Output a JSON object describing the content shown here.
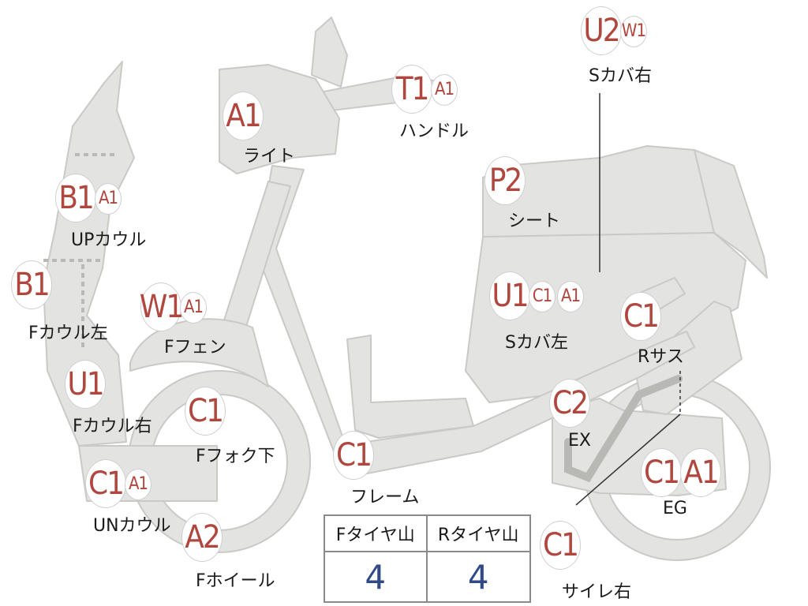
{
  "colors": {
    "part_fill": "#e3e3e1",
    "part_stroke": "#c9c9c6",
    "grade_text": "#b0473f",
    "tire_value": "#2f4a86"
  },
  "parts": [
    {
      "name": "light",
      "label": "ライト",
      "grades": [
        "A1"
      ]
    },
    {
      "name": "handle",
      "label": "ハンドル",
      "grades": [
        "T1",
        "A1"
      ]
    },
    {
      "name": "s-cover-right",
      "label": "Sカバ右",
      "grades": [
        "U2",
        "W1"
      ]
    },
    {
      "name": "up-cowl",
      "label": "UPカウル",
      "grades": [
        "B1",
        "A1"
      ]
    },
    {
      "name": "seat",
      "label": "シート",
      "grades": [
        "P2"
      ]
    },
    {
      "name": "f-cowl-left",
      "label": "Fカウル左",
      "grades": [
        "B1"
      ]
    },
    {
      "name": "f-fender",
      "label": "Fフェン",
      "grades": [
        "W1",
        "A1"
      ]
    },
    {
      "name": "s-cover-left",
      "label": "Sカバ左",
      "grades": [
        "U1",
        "C1",
        "A1"
      ]
    },
    {
      "name": "r-suspension",
      "label": "Rサス",
      "grades": [
        "C1"
      ]
    },
    {
      "name": "f-cowl-right",
      "label": "Fカウル右",
      "grades": [
        "U1"
      ]
    },
    {
      "name": "f-fork-lower",
      "label": "Fフォク下",
      "grades": [
        "C1"
      ]
    },
    {
      "name": "exhaust",
      "label": "EX",
      "grades": [
        "C2"
      ]
    },
    {
      "name": "frame",
      "label": "フレーム",
      "grades": [
        "C1"
      ]
    },
    {
      "name": "engine",
      "label": "EG",
      "grades": [
        "C1",
        "A1"
      ]
    },
    {
      "name": "un-cowl",
      "label": "UNカウル",
      "grades": [
        "C1",
        "A1"
      ]
    },
    {
      "name": "f-wheel",
      "label": "Fホイール",
      "grades": [
        "A2"
      ]
    },
    {
      "name": "silencer-right",
      "label": "サイレ右",
      "grades": [
        "C1"
      ]
    }
  ],
  "tire_table": {
    "headers": [
      "Fタイヤ山",
      "Rタイヤ山"
    ],
    "values": [
      "4",
      "4"
    ]
  }
}
